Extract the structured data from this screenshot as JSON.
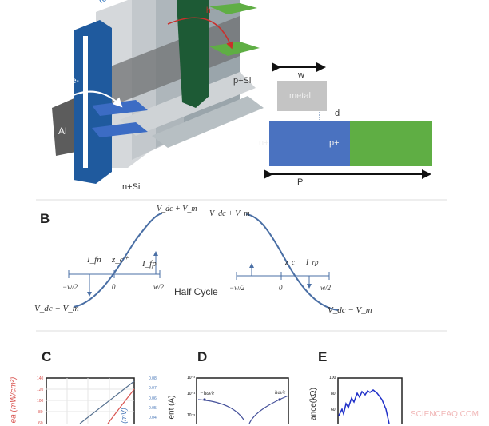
{
  "panel_a": {
    "partial_label": "To",
    "al_label": "Al",
    "electron_label": "e-",
    "hole_label": "h+",
    "n_si_label": "n+Si",
    "p_si_label": "p+Si",
    "schematic": {
      "w_label": "w",
      "metal_label": "metal",
      "d_label": "d",
      "n_label": "n+",
      "p_label": "p+",
      "period_label": "P"
    },
    "colors": {
      "n_region": "#4a72c0",
      "p_region": "#5fae44",
      "metal": "#c4c4c4",
      "n_contact": "#1f5a9e",
      "p_contact": "#1d5a35"
    }
  },
  "panel_b": {
    "label": "B",
    "left": {
      "v_top": "V_dc + V_m",
      "v_bottom": "V_dc − V_m",
      "i_fn": "I_fn",
      "z_c_plus": "z_c⁺",
      "i_fp": "I_fp",
      "ticks": [
        "−w/2",
        "0",
        "w/2"
      ]
    },
    "middle_label": "Half Cycle",
    "right": {
      "v_top": "V_dc + V_m",
      "v_bottom": "V_dc − V_m",
      "z_c_minus": "z_c⁻",
      "i_rp": "I_rp",
      "ticks": [
        "−w/2",
        "0",
        "w/2"
      ]
    }
  },
  "panel_c": {
    "label": "C",
    "left_axis_label": "ea (mW/cm²)",
    "right_axis_label": "(mV)",
    "left_ticks": [
      "140",
      "120",
      "100",
      "80",
      "60"
    ],
    "right_ticks": [
      "0.08",
      "0.07",
      "0.06",
      "0.05",
      "0.04"
    ],
    "colors": {
      "left": "#d9534f",
      "right": "#4a78b8"
    }
  },
  "panel_d": {
    "label": "D",
    "axis_label": "ent (A)",
    "ticks": [
      "10⁻³",
      "10⁻⁴",
      "10⁻⁵"
    ],
    "annotation_left": "−ħω/e",
    "annotation_right": "ħω/e"
  },
  "panel_e": {
    "label": "E",
    "axis_label": "ance(kΩ)",
    "ticks": [
      "100",
      "80",
      "60"
    ]
  },
  "watermark": "SCIENCEAQ.COM"
}
